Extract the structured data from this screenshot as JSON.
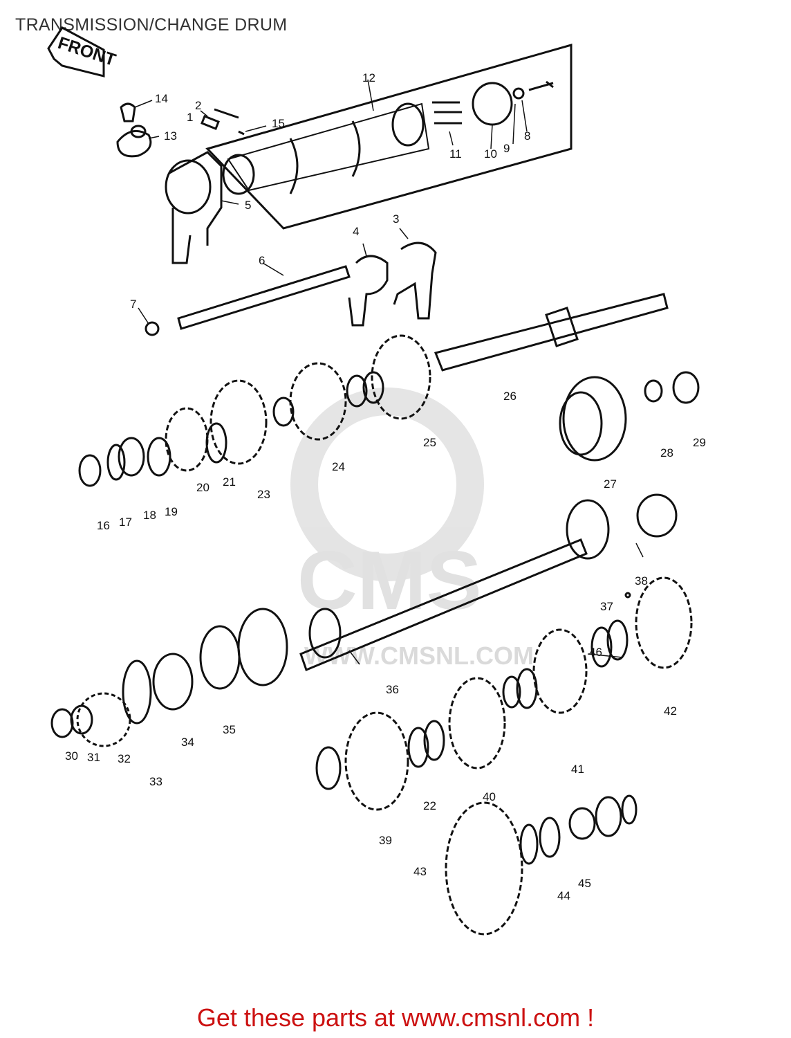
{
  "page": {
    "title": "TRANSMISSION/CHANGE DRUM",
    "cta_text": "Get these parts at www.cmsnl.com !"
  },
  "diagram": {
    "front_label": "FRONT",
    "watermark": {
      "url_text": "WWW.CMSNL.COM",
      "logo_text": "CMS"
    },
    "part_labels": [
      "1",
      "2",
      "3",
      "4",
      "5",
      "6",
      "7",
      "8",
      "9",
      "10",
      "11",
      "12",
      "13",
      "14",
      "15",
      "16",
      "17",
      "18",
      "19",
      "20",
      "21",
      "22",
      "23",
      "24",
      "25",
      "26",
      "27",
      "28",
      "29",
      "30",
      "31",
      "32",
      "33",
      "34",
      "35",
      "36",
      "37",
      "38",
      "39",
      "40",
      "41",
      "42",
      "43",
      "44",
      "45",
      "46"
    ],
    "colors": {
      "line_art": "#111111",
      "watermark": "#d6d6d6",
      "cta": "#cc1111",
      "title": "#333333"
    }
  }
}
